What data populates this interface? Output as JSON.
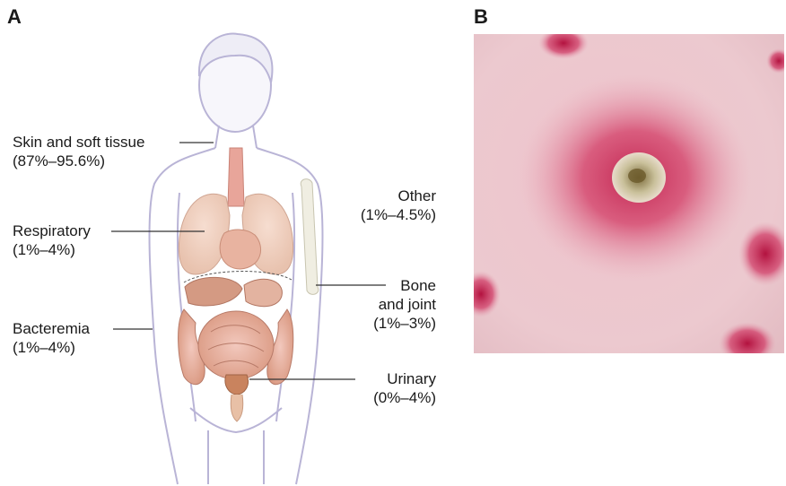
{
  "panel_a": {
    "letter": "A",
    "labels": {
      "skin": {
        "name": "Skin and soft tissue",
        "range": "(87%–95.6%)"
      },
      "respiratory": {
        "name": "Respiratory",
        "range": "(1%–4%)"
      },
      "bacteremia": {
        "name": "Bacteremia",
        "range": "(1%–4%)"
      },
      "other": {
        "name": "Other",
        "range": "(1%–4.5%)"
      },
      "bone": {
        "name_line1": "Bone",
        "name_line2": "and joint",
        "range": "(1%–3%)"
      },
      "urinary": {
        "name": "Urinary",
        "range": "(0%–4%)"
      }
    }
  },
  "panel_b": {
    "letter": "B"
  },
  "colors": {
    "outline": "#b9b4d6",
    "leader_line": "#333333",
    "skin_bg": "#e9b6c4",
    "lesion_red": "#c8234f"
  }
}
